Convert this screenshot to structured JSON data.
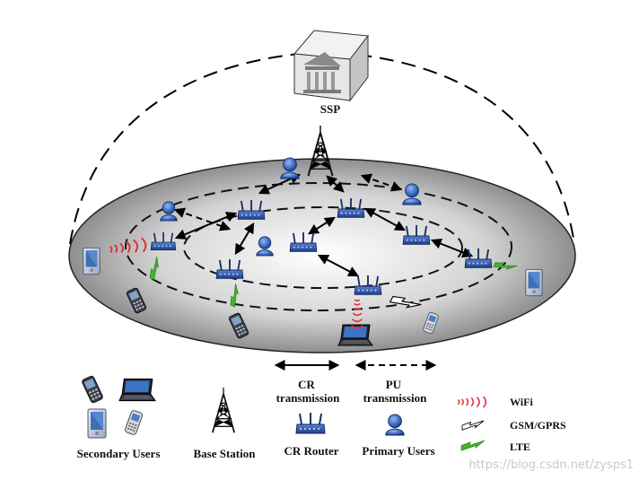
{
  "ssp_label": "SSP",
  "legend": {
    "cr_transmission": [
      "CR",
      "transmission"
    ],
    "pu_transmission": [
      "PU",
      "transmission"
    ],
    "wifi": "WiFi",
    "gsm": "GSM/GPRS",
    "lte": "LTE",
    "secondary_users": "Secondary Users",
    "base_station": "Base Station",
    "cr_router": "CR Router",
    "primary_users": "Primary Users"
  },
  "watermark": "https://blog.csdn.net/zysps1",
  "colors": {
    "router_blue": "#2f55a8",
    "user_blue": "#1d4fa0",
    "wifi_red": "#e0303a",
    "lte_green": "#3fb62a",
    "ellipse_fill": "#d9d9d9"
  }
}
